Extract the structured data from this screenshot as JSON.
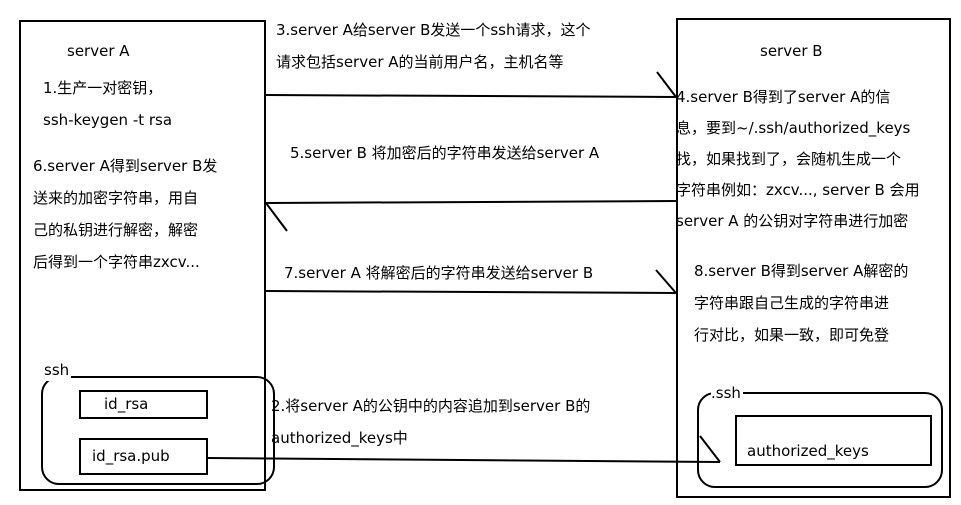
{
  "serverA": {
    "title": "server A",
    "step1": "1.生产一对密钥，\nssh-keygen -t rsa",
    "step6": "6.server A得到server B发\n送来的加密字符串，用自\n己的私钥进行解密，解密\n后得到一个字符串zxcv...",
    "ssh_dir": "ssh",
    "files": [
      "id_rsa",
      "id_rsa.pub"
    ]
  },
  "serverB": {
    "title": "server B",
    "step4": "4.server B得到了server A的信\n息，要到~/.ssh/authorized_keys\n找，如果找到了，会随机生成一个\n字符串例如：zxcv..., server B 会用\nserver A 的公钥对字符串进行加密",
    "step8": "8.server B得到server A解密的\n字符串跟自己生成的字符串进\n行对比，如果一致，即可免登",
    "ssh_dir": ".ssh",
    "file": "authorized_keys"
  },
  "messages": {
    "step3": "3.server A给server B发送一个ssh请求，这个\n请求包括server A的当前用户名，主机名等",
    "step5": "5.server B 将加密后的字符串发送给server A",
    "step7": "7.server A 将解密后的字符串发送给server B",
    "step2": "2.将server A的公钥中的内容追加到server B的\nauthorized_keys中"
  }
}
